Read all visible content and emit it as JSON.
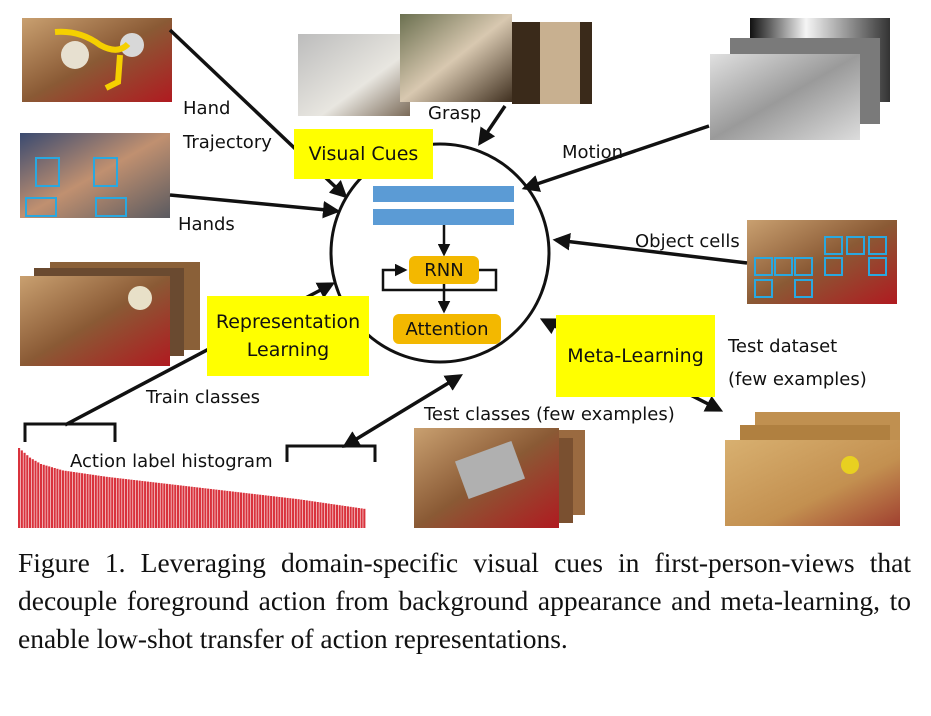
{
  "labels": {
    "hand_trajectory": [
      "Hand",
      "Trajectory"
    ],
    "hands": "Hands",
    "grasp": "Grasp",
    "motion": "Motion",
    "object_cells": "Object cells",
    "train_classes": "Train classes",
    "action_label_histogram": "Action label histogram",
    "test_classes": "Test classes (few examples)",
    "test_dataset": [
      "Test dataset",
      "(few examples)"
    ]
  },
  "boxes": {
    "visual_cues": "Visual Cues",
    "representation_learning": [
      "Representation",
      "Learning"
    ],
    "meta_learning": "Meta-Learning",
    "rnn": "RNN",
    "attention": "Attention"
  },
  "caption": "Figure 1. Leveraging domain-specific visual cues in first-person-views that decouple foreground action from background appearance and meta-learning, to enable low-shot transfer of action representations.",
  "colors": {
    "highlight": "#ffff00",
    "rnn_box": "#f3b800",
    "feature_bar": "#5b9bd5",
    "histogram": "#d9323c",
    "object_box": "#29a8e0",
    "trajectory": "#f5d000"
  },
  "histogram": {
    "values": [
      100,
      97,
      94,
      91,
      88,
      86,
      84,
      82,
      80,
      79,
      78,
      77,
      76,
      75,
      74,
      73,
      72,
      71.5,
      71,
      70.5,
      70,
      69.5,
      69,
      68.5,
      68,
      67.5,
      67,
      66.5,
      66,
      65.5,
      65,
      64.5,
      64,
      63.6,
      63.2,
      62.8,
      62.4,
      62,
      61.6,
      61.2,
      60.8,
      60.4,
      60,
      59.6,
      59.2,
      58.8,
      58.4,
      58,
      57.6,
      57.2,
      56.8,
      56.4,
      56,
      55.6,
      55.2,
      54.8,
      54.4,
      54,
      53.6,
      53.2,
      52.8,
      52.4,
      52,
      51.6,
      51.2,
      50.8,
      50.4,
      50,
      49.6,
      49.2,
      48.8,
      48.4,
      48,
      47.6,
      47.2,
      46.8,
      46.4,
      46,
      45.6,
      45.2,
      44.8,
      44.4,
      44,
      43.6,
      43.2,
      42.8,
      42.4,
      42,
      41.6,
      41.2,
      40.8,
      40.4,
      40,
      39.6,
      39.2,
      38.8,
      38.4,
      38,
      37.6,
      37.2,
      36.8,
      36.4,
      36,
      35.5,
      35,
      34.5,
      34,
      33.5,
      33,
      32.5,
      32,
      31.5,
      31,
      30.5,
      30,
      29.5,
      29,
      28.5,
      28,
      27.5,
      27,
      26.5,
      26,
      25.5,
      25,
      24.5,
      24
    ]
  }
}
